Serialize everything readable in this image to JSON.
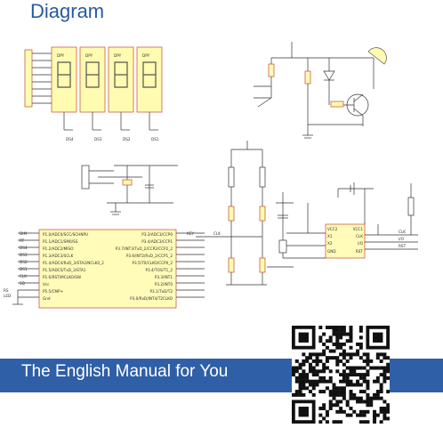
{
  "header": {
    "title": "Diagram"
  },
  "display": {
    "digit_label": "DPY",
    "digit_pins": [
      "DS4",
      "DS3",
      "DS2",
      "DS1"
    ]
  },
  "mcu": {
    "left_pins": [
      "P1.0/ADC0/SCC/SCHNPU",
      "P1.1/ADC1/SM0/SS",
      "P1.2/ADC2/MISO",
      "P1.3/ADC3/SCLK",
      "P1.4/ADC4/RxD_3/STA2/NCLK0_2",
      "P1.5/ADC5/TxD_3/STA1",
      "P1.6/RST/MCLKO/SW",
      "Vcc",
      "P5.5/CMP+",
      "Gnd"
    ],
    "right_pins": [
      "P3.3/ADC3/CCP0",
      "P3.4/ADC3/CCP1",
      "P3.7/INT3/TxD_2/CCP2/CCP2_2",
      "P3.6/INT2/RxD_2/CCP1_2",
      "P3.5/T0/CLKO/CCP0_2",
      "P3.4/TOS/T1_2",
      "P3.3/INT1",
      "P3.2/INT0",
      "P3.1/TxD/T2",
      "P3.0/RxD/INT4/T2CLKO"
    ],
    "net_labels_left": [
      "DIM",
      "RT",
      "DS4",
      "DS3",
      "DS2",
      "DS1",
      "CLK",
      "SQ",
      "RS",
      "LED"
    ]
  },
  "rtc": {
    "pins_left": [
      "VCC2",
      "X1",
      "X2",
      "GND"
    ],
    "pins_right": [
      "VCC1",
      "CLK",
      "I/O",
      "RST"
    ]
  },
  "nets": {
    "clk": "CLK",
    "io": "I/O",
    "rst": "RST",
    "key": "KEY"
  },
  "banner": {
    "text": "The English Manual for You"
  },
  "qr": {
    "label": "QR code"
  },
  "colors": {
    "banner": "#2f5fa7",
    "title": "#2a5aa0",
    "display_fill": "#fffbb0",
    "display_border": "#c24a2f",
    "chip_fill": "#fffbb8",
    "wire": "#333333"
  }
}
